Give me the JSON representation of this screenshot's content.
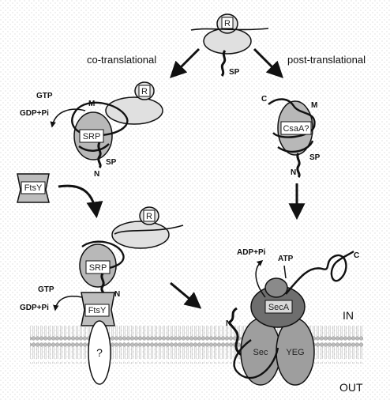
{
  "pathways": {
    "co": "co-translational",
    "post": "post-translational"
  },
  "ribosome_label": "R",
  "signal_peptide": "SP",
  "mrna_label": "M",
  "srp": "SRP",
  "ftsy": "FtsY",
  "csaa": "CsaA?",
  "unknown": "?",
  "gtp": "GTP",
  "gdp": "GDP+Pi",
  "atp": "ATP",
  "adp": "ADP+Pi",
  "n_term": "N",
  "c_term": "C",
  "seca": "SecA",
  "sec": "Sec",
  "yeg": "YEG",
  "inside": "IN",
  "outside": "OUT"
}
